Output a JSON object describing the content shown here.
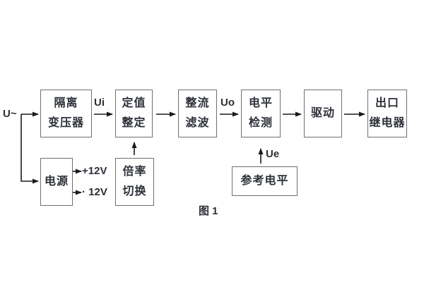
{
  "figure": {
    "caption": "图 1",
    "background_color": "#ffffff",
    "wire_color": "#1a1a1a",
    "box_border_color": "#6f6f6f",
    "text_color": "#2d3038"
  },
  "signals": {
    "input": "U~",
    "ui": "Ui",
    "uo": "Uo",
    "ue": "Ue",
    "rail_pos": "+12V",
    "rail_neg": "· 12V"
  },
  "blocks": {
    "isolation_transformer": {
      "line1": "隔离",
      "line2": "变压器"
    },
    "value_setting": {
      "line1": "定值",
      "line2": "整定"
    },
    "rectifier_filter": {
      "line1": "整流",
      "line2": "滤波"
    },
    "level_detection": {
      "line1": "电平",
      "line2": "检测"
    },
    "driver": {
      "line1": "驱动"
    },
    "output_relay": {
      "line1": "出口",
      "line2": "继电器"
    },
    "power_supply": {
      "line1": "电源"
    },
    "ratio_switching": {
      "line1": "倍率",
      "line2": "切换"
    },
    "reference_level": {
      "line1": "参考电平"
    }
  }
}
